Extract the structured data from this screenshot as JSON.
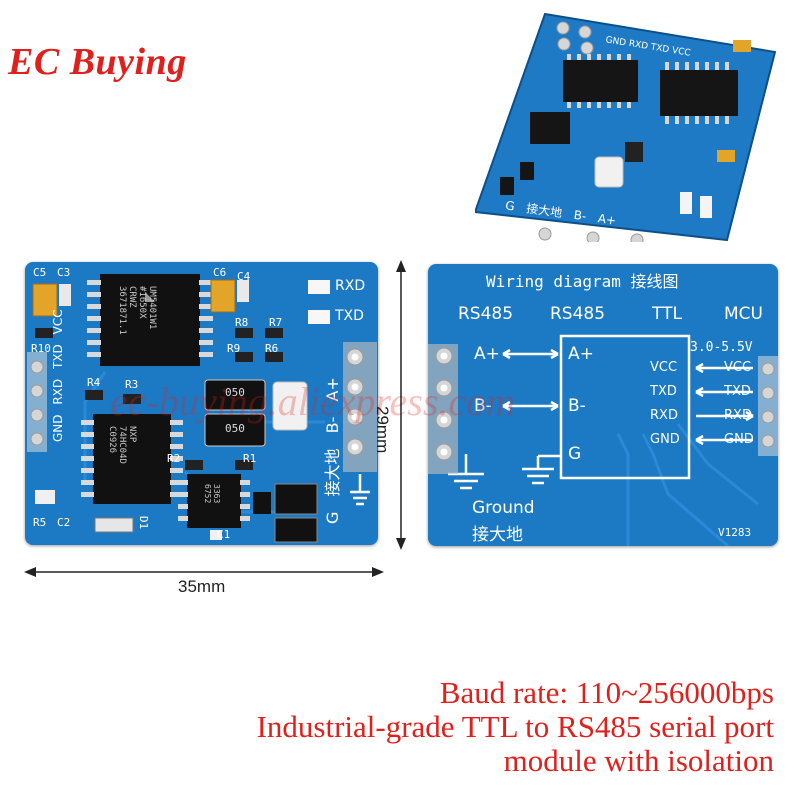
{
  "brand": {
    "name": "EC Buying"
  },
  "watermark": "ec-buying.aliexpress.com",
  "dimensions": {
    "width": "35mm",
    "height": "29mm"
  },
  "front_board": {
    "components": [
      "C5",
      "C3",
      "C6",
      "C4",
      "R10",
      "R4",
      "R3",
      "R8",
      "R7",
      "R9",
      "R6",
      "R2",
      "R1",
      "R5",
      "C2",
      "D1",
      "C1"
    ],
    "led_labels": [
      "RXD",
      "TXD"
    ],
    "pins_left": [
      "VCC",
      "TXD",
      "RXD",
      "GND"
    ],
    "pins_right": [
      "A+",
      "B-",
      "接大地",
      "G"
    ],
    "chip_main": [
      "UM5401W1",
      "#1650X",
      "CRWZ",
      "3671871.1"
    ],
    "chip_logic": [
      "NXP",
      "74HC04D",
      "C0926"
    ],
    "chip_small": [
      "3363",
      "6752"
    ],
    "trans_marks": [
      "050",
      "050"
    ]
  },
  "back_board": {
    "title": "Wiring diagram 接线图",
    "headers": [
      "RS485",
      "RS485",
      "TTL",
      "MCU"
    ],
    "voltage": "3.0-5.5V",
    "left_pins": [
      "A+",
      "B-"
    ],
    "mid_pins": [
      "A+",
      "B-",
      "G"
    ],
    "ttl_pins": [
      "VCC",
      "TXD",
      "RXD",
      "GND"
    ],
    "mcu_pins": [
      "VCC",
      "TXD",
      "RXD",
      "GND"
    ],
    "ground_en": "Ground",
    "ground_cn": "接大地",
    "version": "V1283"
  },
  "photo_board": {
    "pin_labels": [
      "GND",
      "RXD",
      "TXD",
      "VCC"
    ],
    "bottom_labels": [
      "G",
      "接大地",
      "B-",
      "A+"
    ],
    "side_labels": [
      "RXD",
      "TXD"
    ]
  },
  "caption": {
    "line1": "Baud rate: 110~256000bps",
    "line2": "Industrial-grade TTL to RS485 serial port",
    "line3": "module with isolation"
  },
  "colors": {
    "pcb": "#1c79c4",
    "brand_red": "#e0201c",
    "silkscreen": "#ffffff"
  }
}
